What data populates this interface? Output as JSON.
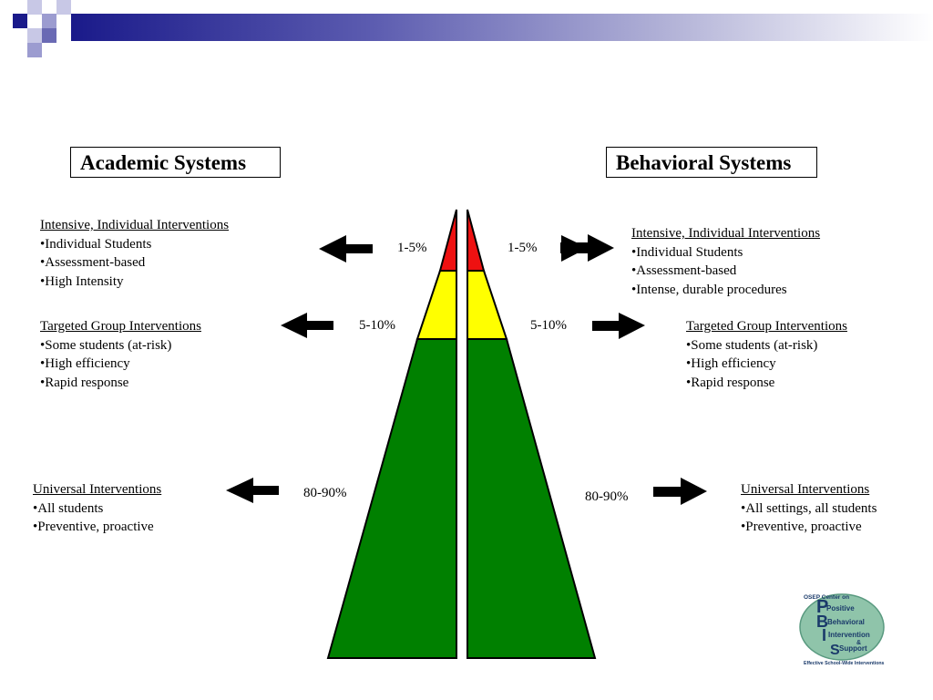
{
  "academic": {
    "title": "Academic Systems",
    "tiers": [
      {
        "heading": "Intensive, Individual Interventions",
        "bullets": [
          "•Individual Students",
          "•Assessment-based",
          "•High Intensity"
        ],
        "percent": "1-5%"
      },
      {
        "heading": "Targeted Group Interventions",
        "bullets": [
          "•Some students (at-risk)",
          "•High efficiency",
          "•Rapid response"
        ],
        "percent": "5-10%"
      },
      {
        "heading": "Universal Interventions",
        "bullets": [
          "•All students",
          "•Preventive,  proactive"
        ],
        "percent": "80-90%"
      }
    ]
  },
  "behavioral": {
    "title": "Behavioral Systems",
    "tiers": [
      {
        "heading": "Intensive, Individual Interventions",
        "bullets": [
          "•Individual Students",
          "•Assessment-based",
          "•Intense, durable procedures"
        ],
        "percent": "1-5%"
      },
      {
        "heading": "Targeted Group Interventions",
        "bullets": [
          "•Some students (at-risk)",
          "•High efficiency",
          "•Rapid response"
        ],
        "percent": "5-10%"
      },
      {
        "heading": "Universal Interventions",
        "bullets": [
          "•All settings, all students",
          "•Preventive,  proactive"
        ],
        "percent": "80-90%"
      }
    ]
  },
  "colors": {
    "intensive": "#ee1111",
    "targeted": "#ffff00",
    "universal": "#008000",
    "accent": "#1a1a8a"
  },
  "logo": {
    "org": "OSEP Center on",
    "words": [
      "Positive",
      "Behavioral",
      "Intervention",
      "&",
      "Support"
    ],
    "tagline": "Effective School-Wide Interventions"
  }
}
